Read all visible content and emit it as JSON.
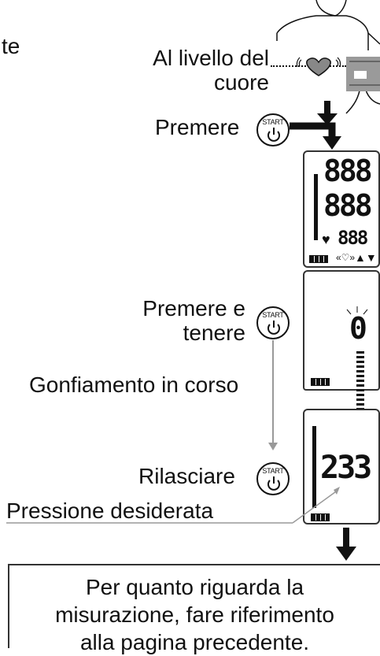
{
  "top_left_fragment": "te",
  "steps": {
    "heart_level": "Al livello del\ncuore",
    "press": "Premere",
    "press_hold": "Premere e\ntenere",
    "inflation": "Gonfiamento in corso",
    "release": "Rilasciare",
    "target_pressure": "Pressione desiderata"
  },
  "start_button": {
    "label": "START",
    "icon": "power-icon"
  },
  "display_full": {
    "row1": "888",
    "row2": "888",
    "row3": "888",
    "icons": [
      "battery-icon",
      "irregular-heartbeat-icon",
      "up-down-arrows-icon"
    ]
  },
  "display_inflate": {
    "digit": "0"
  },
  "display_release": {
    "value": "233"
  },
  "note": "Per quanto riguarda la\nmisurazione, fare riferimento\nalla pagina precedente."
}
